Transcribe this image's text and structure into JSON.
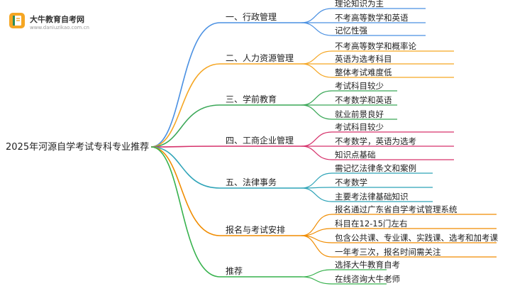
{
  "logo": {
    "brand": "大牛教育自考网",
    "site": "www.daniuzikao.com.cn",
    "icon": "book-icon",
    "colors": {
      "badge": "#f5a623",
      "page": "#2e8b57"
    }
  },
  "mindmap": {
    "root": "2025年河源自学考试专科专业推荐",
    "branches": [
      {
        "label": "一、行政管理",
        "color": "#4a90e2",
        "leaves": [
          "理论知识为主",
          "不考高等数学和英语",
          "记忆性强"
        ]
      },
      {
        "label": "二、人力资源管理",
        "color": "#f5a623",
        "leaves": [
          "不考高等数学和概率论",
          "英语为选考科目",
          "整体考试难度低"
        ]
      },
      {
        "label": "三、学前教育",
        "color": "#3aa757",
        "leaves": [
          "考试科目较少",
          "不考数学和英语",
          "就业前景良好"
        ]
      },
      {
        "label": "四、工商企业管理",
        "color": "#d6336c",
        "leaves": [
          "考试科目较少",
          "不考数学，英语为选考",
          "知识点基础"
        ]
      },
      {
        "label": "五、法律事务",
        "color": "#2fa4b8",
        "leaves": [
          "需记忆法律条文和案例",
          "不考数学",
          "主要考法律基础知识"
        ]
      },
      {
        "label": "报名与考试安排",
        "color": "#f08c00",
        "leaves": [
          "报名通过广东省自学考试管理系统",
          "科目在12-15门左右",
          "包含公共课、专业课、实践课、选考和加考课",
          "一年考三次，报名时间需关注"
        ]
      },
      {
        "label": "推荐",
        "color": "#37b24d",
        "leaves": [
          "选择大牛教育自考",
          "在线咨询大牛老师"
        ]
      }
    ]
  }
}
